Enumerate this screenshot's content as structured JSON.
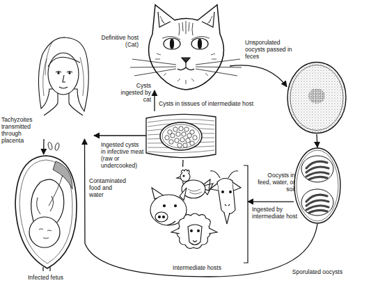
{
  "diagram": {
    "nodes": [
      {
        "text": [
          "Definitive host (Cat)"
        ]
      },
      {
        "text": [
          "Unsporulated oocysts passed in feces"
        ]
      },
      {
        "text": []
      },
      {
        "text": [
          "Cysts in tissues of intermediate host"
        ]
      },
      {
        "text": [
          "Intermediate hosts"
        ]
      },
      {
        "text": [
          "Sporulated oocysts"
        ]
      },
      {
        "text": [
          "Infected fetus"
        ]
      }
    ],
    "edges": [
      {
        "from": 0,
        "to": 1,
        "arrow": "to"
      },
      {
        "from": 1,
        "to": 5,
        "arrow": "to"
      },
      {
        "from": 5,
        "to": 4,
        "label": "Oocysts in feed, water, or soil",
        "arrow": "to"
      },
      {
        "from": 4,
        "to": 3,
        "arrow": "none"
      },
      {
        "from": 3,
        "to": 0,
        "label": "Cysts ingested by cat",
        "arrow": "to"
      },
      {
        "from": 3,
        "to": 2,
        "label": "Ingested cysts in infective meat (raw or undercooked)",
        "arrow": "to"
      },
      {
        "from": 2,
        "to": 6,
        "label": "Tachyzoites transmitted through placenta",
        "arrow": "to"
      },
      {
        "from": 5,
        "to": 2,
        "label": "Contaminated food and water",
        "arrow": "to"
      }
    ],
    "labels": [
      "Ingested by intermediate host"
    ]
  }
}
